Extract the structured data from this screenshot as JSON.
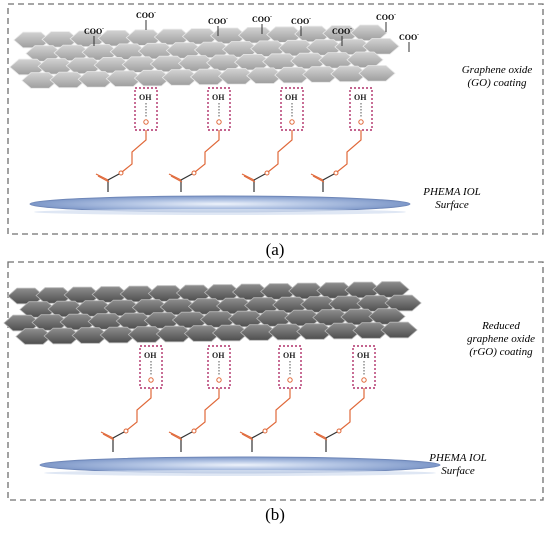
{
  "panel_a": {
    "label": "(a)",
    "coating_label_line1": "Graphene oxide",
    "coating_label_line2": "(GO) coating",
    "substrate_label_line1": "PHEMA IOL",
    "substrate_label_line2": "Surface",
    "carboxyl_label": "COO",
    "carboxyl_charge": "-",
    "hydroxyl_label": "OH"
  },
  "panel_b": {
    "label": "(b)",
    "coating_label_line1": "Reduced",
    "coating_label_line2": "graphene oxide",
    "coating_label_line3": "(rGO) coating",
    "substrate_label_line1": "PHEMA IOL",
    "substrate_label_line2": "Surface",
    "hydroxyl_label": "OH"
  },
  "colors": {
    "go_sheet": "#b4b4b4",
    "rgo_sheet": "#6e6e6e",
    "linker": "#e0693a",
    "hbond_box": "#b0306a",
    "surface": "#8fa8d4",
    "frame": "#707070"
  }
}
